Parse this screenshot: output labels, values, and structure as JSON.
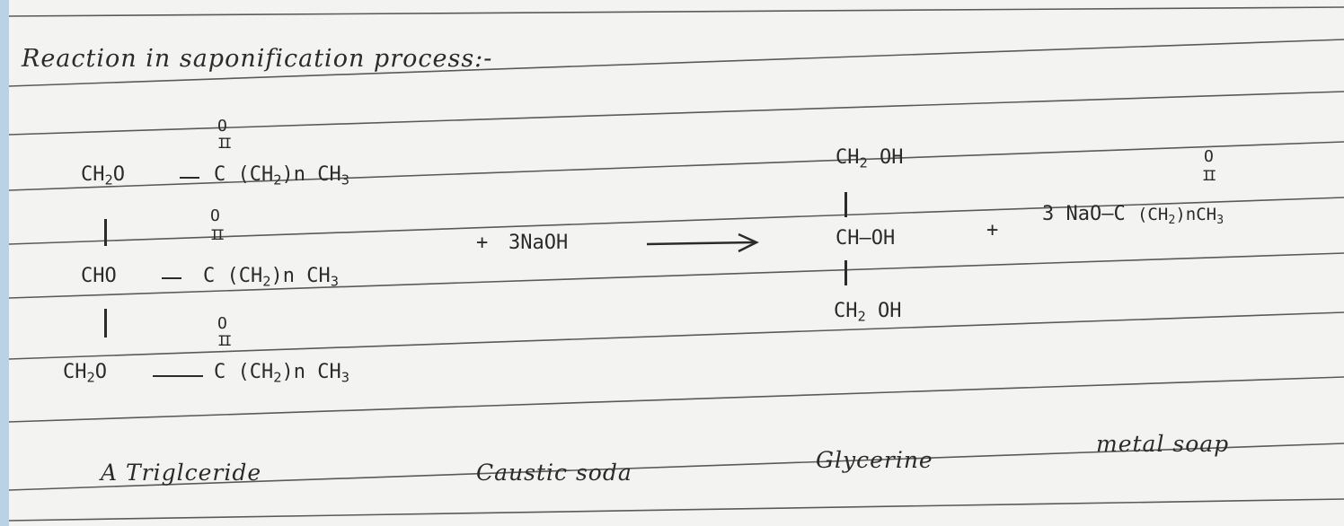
{
  "title": "Reaction in saponification process:-",
  "reactant": {
    "row1": {
      "left": "CH",
      "sub1": "2",
      "mid": "O",
      "carbon": "C",
      "chain": "(CH",
      "sub2": "2",
      "n": ")n",
      "end": "CH",
      "sub3": "3"
    },
    "row2": {
      "left": "CHO",
      "carbon": "C",
      "chain": "(CH",
      "sub2": "2",
      "n": ")n",
      "end": "CH",
      "sub3": "3"
    },
    "row3": {
      "left": "CH",
      "sub1": "2",
      "mid": "O",
      "carbon": "C",
      "chain": "(CH",
      "sub2": "2",
      "n": ")n",
      "end": "CH",
      "sub3": "3"
    },
    "oxygen": "O",
    "double_bond": "II"
  },
  "plus1": "+",
  "reagent": "3NaOH",
  "glycerine": {
    "top": {
      "a": "CH",
      "sub": "2",
      "b": "OH"
    },
    "middle": "CH—OH",
    "bottom": {
      "a": "CH",
      "sub": "2",
      "b": "OH"
    }
  },
  "plus2": "+",
  "soap": {
    "coef": "3",
    "a": "NaO—",
    "carbon": "C",
    "chain": "(CH",
    "sub2": "2",
    "n": ")n",
    "end": "CH",
    "sub3": "3"
  },
  "labels": {
    "triglyceride": "A Triglceride",
    "caustic": "Caustic soda",
    "glycerine": "Glycerine",
    "soap": "metal soap"
  }
}
